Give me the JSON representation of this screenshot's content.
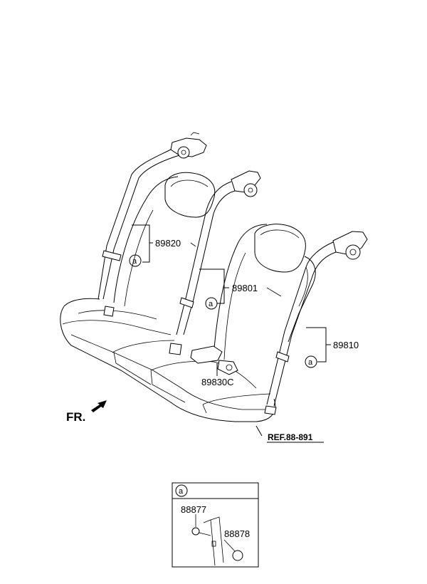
{
  "labels": {
    "belt_left": "89820",
    "belt_center": "89801",
    "belt_right": "89810",
    "buckle": "89830C",
    "ref": "REF.88-891",
    "front_direction": "FR."
  },
  "callout_letter": "a",
  "detail_box": {
    "header_letter": "a",
    "part_a": "88877",
    "part_b": "88878"
  }
}
